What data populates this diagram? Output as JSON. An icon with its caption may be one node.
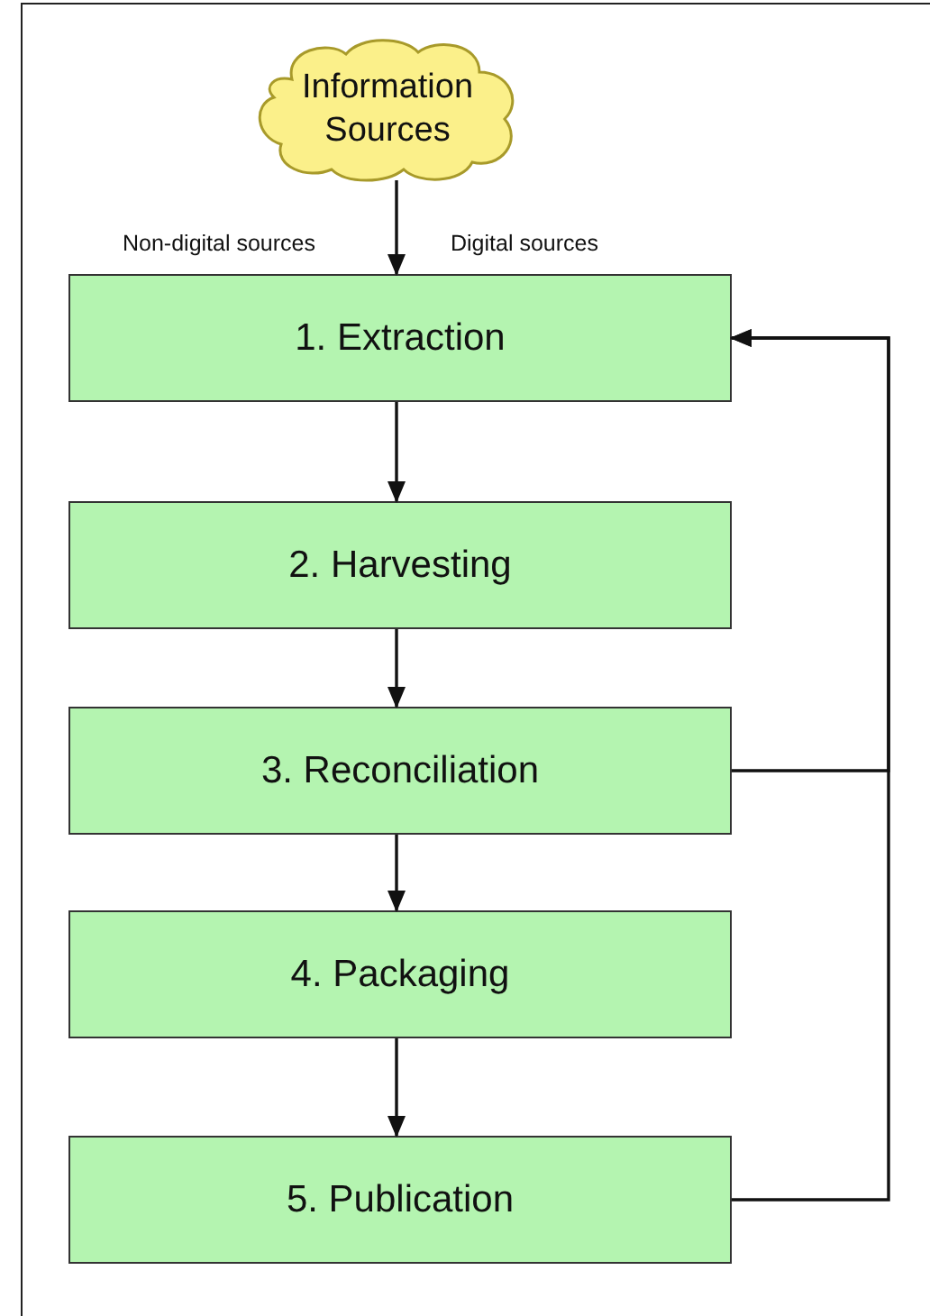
{
  "diagram": {
    "nodes": [
      {
        "text": [
          "Information Sources"
        ]
      },
      {
        "text": [
          "1. Extraction"
        ]
      },
      {
        "text": [
          "2. Harvesting"
        ]
      },
      {
        "text": [
          "3. Reconciliation"
        ]
      },
      {
        "text": [
          "4. Packaging"
        ]
      },
      {
        "text": [
          "5. Publication"
        ]
      }
    ],
    "edges": [
      {
        "from": 0,
        "to": 1,
        "arrow": "to"
      },
      {
        "from": 1,
        "to": 2,
        "arrow": "to"
      },
      {
        "from": 2,
        "to": 3,
        "arrow": "to"
      },
      {
        "from": 3,
        "to": 4,
        "arrow": "to"
      },
      {
        "from": 4,
        "to": 5,
        "arrow": "to"
      },
      {
        "from": 3,
        "to": 1,
        "arrow": "to"
      },
      {
        "from": 5,
        "to": 1,
        "arrow": "to"
      }
    ],
    "labels": [
      "Non-digital sources",
      "Digital sources"
    ]
  }
}
